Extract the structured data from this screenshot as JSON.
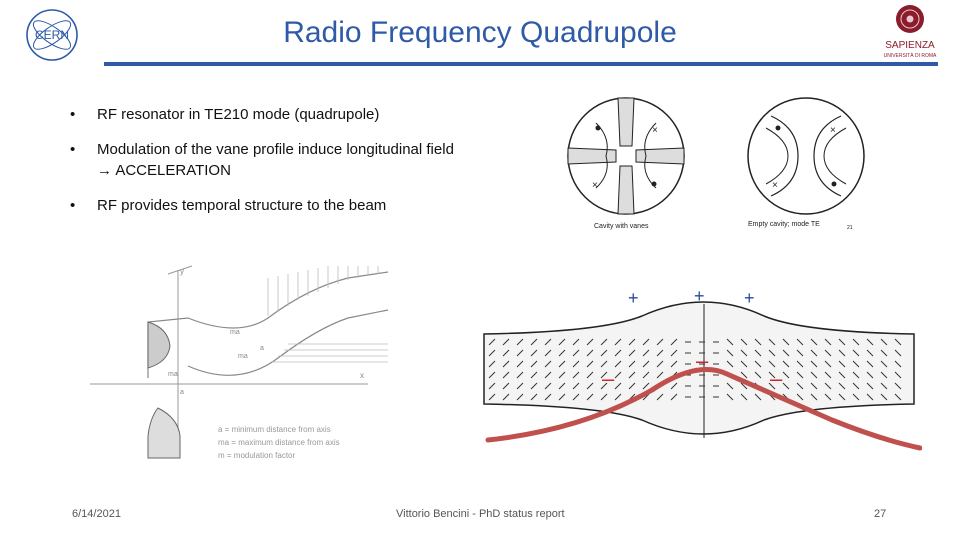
{
  "slide": {
    "title": "Radio Frequency Quadrupole",
    "logos": {
      "left": "CERN",
      "right_main": "SAPIENZA",
      "right_sub": "UNIVERSITÀ DI ROMA"
    },
    "bullets": [
      {
        "text": "RF resonator in TE210 mode (quadrupole)"
      },
      {
        "text": "Modulation of the vane profile induce longitudinal field",
        "arrow_icon": "right-arrow-icon",
        "arrow_text": "ACCELERATION"
      },
      {
        "text": "RF provides temporal structure to the beam"
      }
    ],
    "figures": {
      "cavity_left_caption": "Cavity with vanes",
      "cavity_right_caption": "Empty cavity; mode TE",
      "cavity_right_sub": "21",
      "vane_labels": {
        "y": "y",
        "x": "x",
        "ma1": "ma",
        "ma2": "ma",
        "ma3": "ma",
        "a": "a",
        "a2": "a"
      },
      "legend_lines": [
        "a  = minimum distance from axis",
        "ma = maximum distance from axis",
        "m  = modulation factor"
      ],
      "field_plus": "+",
      "field_minus": "–"
    },
    "footer": {
      "date": "6/14/2021",
      "center": "Vittorio Bencini - PhD status report",
      "page": "27"
    },
    "colors": {
      "title_blue": "#2e5aa8",
      "sapienza_red": "#8b1c2c",
      "plus_blue": "#2a4b9b",
      "minus_red": "#d2222d",
      "wave_red": "#c0504d"
    }
  }
}
